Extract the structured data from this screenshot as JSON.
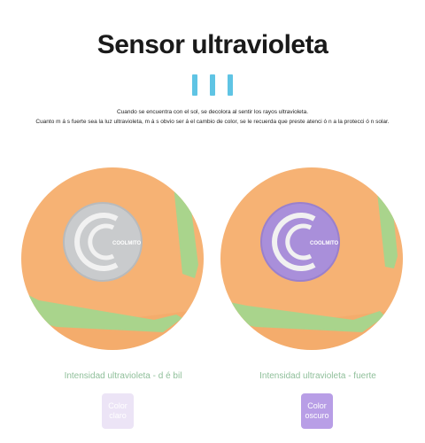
{
  "title": "Sensor ultravioleta",
  "description": {
    "line1": "Cuando se encuentra con el sol, se decolora al sentir los rayos ultravioleta.",
    "line2": "Cuanto m á s fuerte sea la luz ultravioleta, m á s obvio ser á el cambio de color, se le recuerda que preste atenci ó n a la protecci ó n solar."
  },
  "badge_text": "COOLMITO",
  "left": {
    "caption": "Intensidad ultravioleta - d é bil",
    "swatch_line1": "Color",
    "swatch_line2": "claro",
    "badge_color": "#c9cbcd",
    "swatch_color": "#ece4f6"
  },
  "right": {
    "caption": "Intensidad ultravioleta - fuerte",
    "swatch_line1": "Color",
    "swatch_line2": "oscuro",
    "badge_color": "#a98fda",
    "swatch_color": "#b89ee6"
  },
  "colors": {
    "towel": "#f6b274",
    "trim": "#a9d48c",
    "accent_bars": "#5fc4e4",
    "caption": "#8fbf9a"
  }
}
